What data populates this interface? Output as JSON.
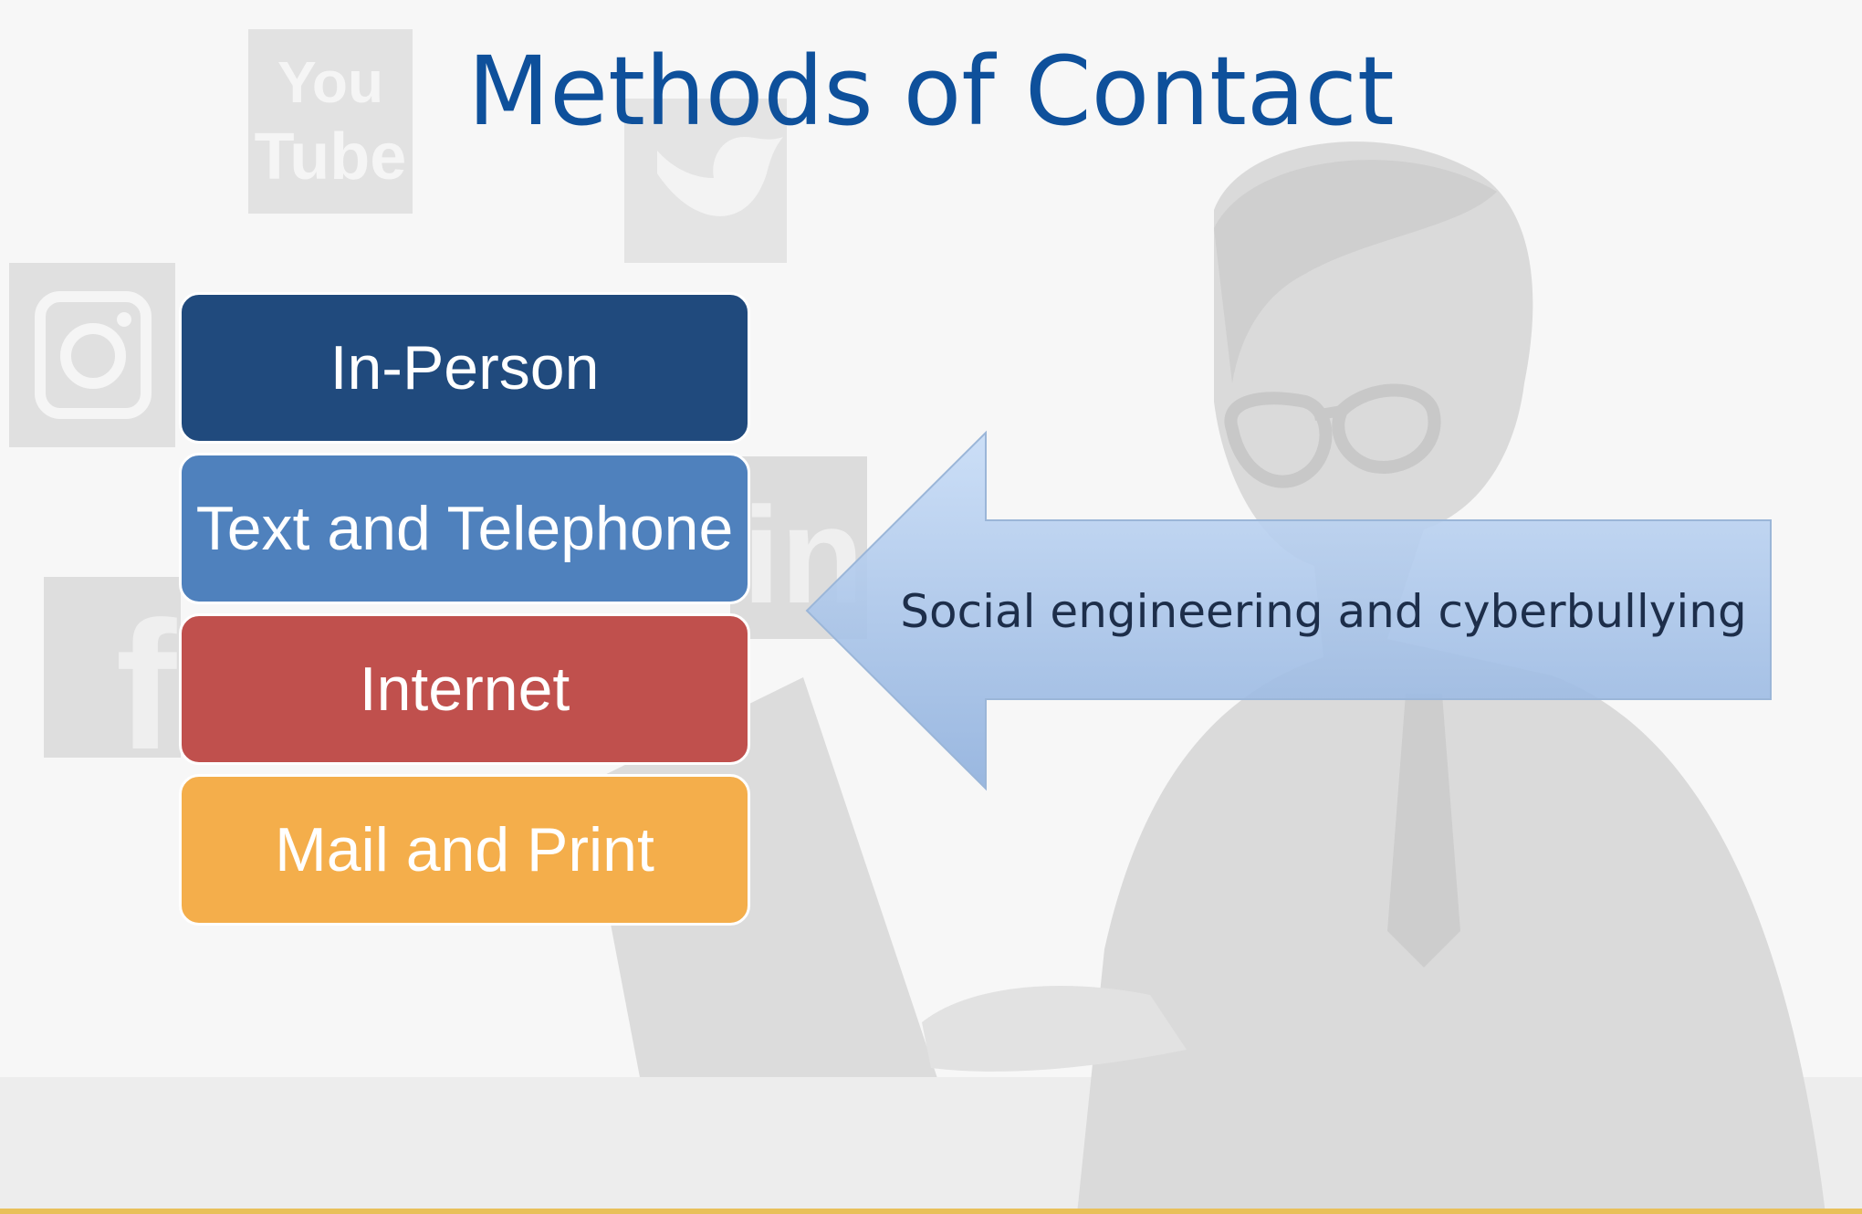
{
  "slide": {
    "title": "Methods of Contact",
    "layers": [
      {
        "label": "In-Person",
        "color": "#204a7d"
      },
      {
        "label": "Text and Telephone",
        "color": "#4f81bd"
      },
      {
        "label": "Internet",
        "color": "#c0504d"
      },
      {
        "label": "Mail and Print",
        "color": "#f4ae4b"
      }
    ],
    "arrow": {
      "label": "Social engineering and cyberbullying",
      "color_light": "#c7dcf7",
      "color_dark": "#8fb0dd"
    },
    "background": {
      "logos": [
        "youtube-logo",
        "twitter-logo",
        "instagram-logo",
        "linkedin-logo",
        "facebook-logo"
      ],
      "youtube_text": [
        "You",
        "Tube"
      ],
      "linkedin_text": "in",
      "facebook_text": "f"
    },
    "accent_color": "#e8c05a"
  }
}
